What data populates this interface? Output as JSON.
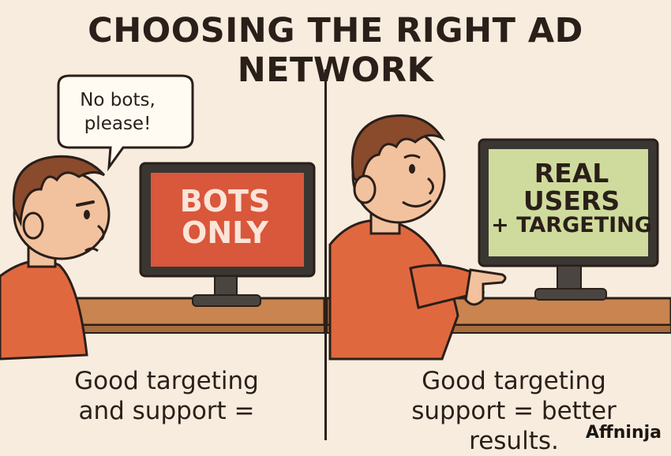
{
  "title": "CHOOSING THE RIGHT AD NETWORK",
  "left_panel": {
    "speech_bubble": {
      "line1": "No bots,",
      "line2": "please!"
    },
    "monitor_screen": {
      "line1": "BOTS",
      "line2": "ONLY"
    },
    "screen_color": "#d9573b",
    "caption": {
      "line1": "Good targeting",
      "line2": "and support ="
    }
  },
  "right_panel": {
    "monitor_screen": {
      "line1": "REAL",
      "line2": "USERS",
      "line3": "+ TARGETING"
    },
    "screen_color": "#cfdb9c",
    "caption": {
      "line1": "Good targeting",
      "line2": "support = better results."
    }
  },
  "brand": "Affninja",
  "colors": {
    "background": "#f7ecdd",
    "shirt": "#e0683f",
    "hair": "#8a4a2c",
    "skin": "#f2c29e",
    "desk": "#c9844f"
  }
}
